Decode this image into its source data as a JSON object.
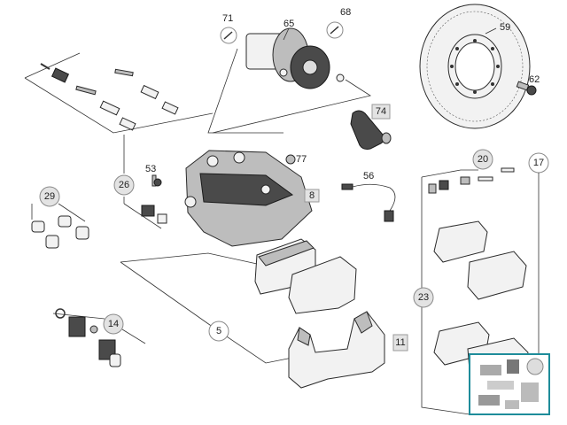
{
  "callouts": {
    "c5": "5",
    "c8": "8",
    "c11": "11",
    "c14": "14",
    "c17": "17",
    "c20": "20",
    "c23": "23",
    "c26": "26",
    "c29": "29",
    "c53": "53",
    "c56": "56",
    "c59": "59",
    "c62": "62",
    "c65": "65",
    "c68": "68",
    "c71": "71",
    "c74": "74",
    "c77": "77"
  },
  "colors": {
    "thumbnail_border": "#1e8c9a",
    "bubble_fill": "#e3e3e3"
  }
}
